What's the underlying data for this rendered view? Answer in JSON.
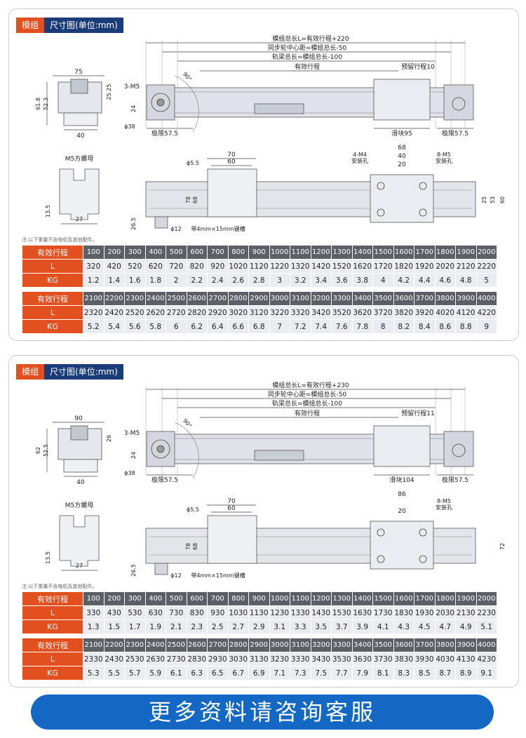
{
  "panels": [
    {
      "tag_module": "模组",
      "tag_size": "尺寸图(单位:mm)",
      "labels": {
        "total_len": "模组总长L=有效行程+220",
        "pulley_center": "同步轮中心距=模组总长-50",
        "rail_total": "轨梁总长=模组总长-100",
        "stroke": "有效行程",
        "reserve": "预留行程10",
        "m5": "3-M5",
        "angle": "90°",
        "limit_l": "极限57.5",
        "slider": "滑块95",
        "limit_r": "极限57.5",
        "w75": "75",
        "h61_8": "61.8",
        "h52_3": "52.3",
        "h25_25": "25.25",
        "w40": "40",
        "d24": "24",
        "d38": "ϕ38",
        "nut": "M5方螺母",
        "h13_5": "13.5",
        "w27": "27",
        "d5_5": "ϕ5.5",
        "w70": "70",
        "w60": "60",
        "h78": "78",
        "h68": "68",
        "h26_5": "26.5",
        "d12": "ϕ12",
        "keyway": "带4mm×15mm键槽",
        "m4": "4-M4",
        "m4_hole": "安装孔",
        "w68": "68",
        "w40b": "40",
        "w20": "20",
        "m5b": "8-M5",
        "m5b_hole": "安装孔",
        "h25": "25",
        "h53": "53",
        "h60": "60"
      },
      "note": "注:以下重量不含电机及其他配件。",
      "table1": {
        "headers": [
          "有效行程",
          "L",
          "KG"
        ],
        "stroke": [
          "100",
          "200",
          "300",
          "400",
          "500",
          "600",
          "700",
          "800",
          "900",
          "1000",
          "1100",
          "1200",
          "1300",
          "1400",
          "1500",
          "1600",
          "1700",
          "1800",
          "1900",
          "2000"
        ],
        "L": [
          "320",
          "420",
          "520",
          "620",
          "720",
          "820",
          "920",
          "1020",
          "1120",
          "1220",
          "1320",
          "1420",
          "1520",
          "1620",
          "1720",
          "1820",
          "1920",
          "2020",
          "2120",
          "2220"
        ],
        "KG": [
          "1.2",
          "1.4",
          "1.6",
          "1.8",
          "2",
          "2.2",
          "2.4",
          "2.6",
          "2.8",
          "3",
          "3.2",
          "3.4",
          "3.6",
          "3.8",
          "4",
          "4.2",
          "4.4",
          "4.6",
          "4.8",
          "5"
        ]
      },
      "table2": {
        "headers": [
          "有效行程",
          "L",
          "KG"
        ],
        "stroke": [
          "2100",
          "2200",
          "2300",
          "2400",
          "2500",
          "2600",
          "2700",
          "2800",
          "2900",
          "3000",
          "3100",
          "3200",
          "3300",
          "3400",
          "3500",
          "3600",
          "3700",
          "3800",
          "3900",
          "4000"
        ],
        "L": [
          "2320",
          "2420",
          "2520",
          "2620",
          "2720",
          "2820",
          "2920",
          "3020",
          "3120",
          "3220",
          "3320",
          "3420",
          "3520",
          "3620",
          "3720",
          "3820",
          "3920",
          "4020",
          "4120",
          "4220"
        ],
        "KG": [
          "5.2",
          "5.4",
          "5.6",
          "5.8",
          "6",
          "6.2",
          "6.4",
          "6.6",
          "6.8",
          "7",
          "7.2",
          "7.4",
          "7.6",
          "7.8",
          "8",
          "8.2",
          "8.4",
          "8.6",
          "8.8",
          "9"
        ]
      }
    },
    {
      "tag_module": "模组",
      "tag_size": "尺寸图(单位:mm)",
      "labels": {
        "total_len": "模组总长L=有效行程+230",
        "pulley_center": "同步轮中心距=模组总长-50",
        "rail_total": "轨梁总长=模组总长-100",
        "stroke": "有效行程",
        "reserve": "预留行程11",
        "m5": "3-M5",
        "angle": "90°",
        "limit_l": "极限57.5",
        "slider": "滑块104",
        "limit_r": "极限57.5",
        "w75": "90",
        "h61_8": "62",
        "h52_3": "52.5",
        "h25_25": "26",
        "w40": "40",
        "d24": "24",
        "d38": "ϕ38",
        "nut": "M5方螺母",
        "h13_5": "13.5",
        "w27": "27",
        "d5_5": "ϕ5.5",
        "w70": "70",
        "w60": "60",
        "h78": "78",
        "h68": "68",
        "h26_5": "26.5",
        "d12": "ϕ12",
        "keyway": "带4mm×15mm键槽",
        "m4": "",
        "m4_hole": "",
        "w68": "86",
        "w40b": "",
        "w20": "20",
        "m5b": "8-M5",
        "m5b_hole": "安装孔",
        "h25": "",
        "h53": "",
        "h60": "72"
      },
      "note": "注:以下重量不含电机及其他配件。",
      "table1": {
        "headers": [
          "有效行程",
          "L",
          "KG"
        ],
        "stroke": [
          "100",
          "200",
          "300",
          "400",
          "500",
          "600",
          "700",
          "800",
          "900",
          "1000",
          "1100",
          "1200",
          "1300",
          "1400",
          "1500",
          "1600",
          "1700",
          "1800",
          "1900",
          "2000"
        ],
        "L": [
          "330",
          "430",
          "530",
          "630",
          "730",
          "830",
          "930",
          "1030",
          "1130",
          "1230",
          "1330",
          "1430",
          "1530",
          "1630",
          "1730",
          "1830",
          "1930",
          "2030",
          "2130",
          "2230"
        ],
        "KG": [
          "1.3",
          "1.5",
          "1.7",
          "1.9",
          "2.1",
          "2.3",
          "2.5",
          "2.7",
          "2.9",
          "3.1",
          "3.3",
          "3.5",
          "3.7",
          "3.9",
          "4.1",
          "4.3",
          "4.5",
          "4.7",
          "4.9",
          "5.1"
        ]
      },
      "table2": {
        "headers": [
          "有效行程",
          "L",
          "KG"
        ],
        "stroke": [
          "2100",
          "2200",
          "2300",
          "2400",
          "2500",
          "2600",
          "2700",
          "2800",
          "2900",
          "3000",
          "3100",
          "3200",
          "3300",
          "3400",
          "3500",
          "3600",
          "3700",
          "3800",
          "3900",
          "4000"
        ],
        "L": [
          "2330",
          "2430",
          "2530",
          "2630",
          "2730",
          "2830",
          "2930",
          "3030",
          "3130",
          "3230",
          "3330",
          "3430",
          "3530",
          "3630",
          "3730",
          "3830",
          "3930",
          "4030",
          "4130",
          "4230"
        ],
        "KG": [
          "5.3",
          "5.5",
          "5.7",
          "5.9",
          "6.1",
          "6.3",
          "6.5",
          "6.7",
          "6.9",
          "7.1",
          "7.3",
          "7.5",
          "7.7",
          "7.9",
          "8.1",
          "8.3",
          "8.5",
          "8.7",
          "8.9",
          "9.1"
        ]
      }
    }
  ],
  "footer": "更多资料请咨询客服"
}
